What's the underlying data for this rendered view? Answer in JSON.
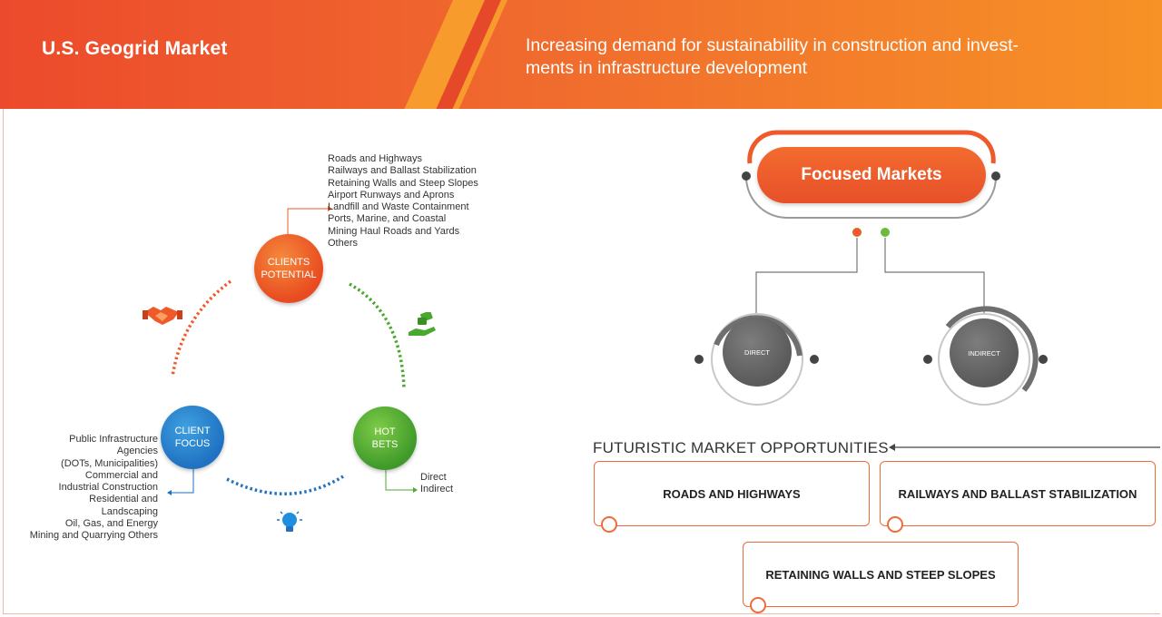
{
  "header": {
    "title": "U.S. Geogrid Market",
    "tagline_line1": "Increasing demand for sustainability in construction and invest-",
    "tagline_line2": "ments in infrastructure development"
  },
  "cycle": {
    "clients_potential": {
      "label_line1": "CLIENTS",
      "label_line2": "POTENTIAL",
      "items": [
        "Roads and Highways",
        "Railways and Ballast Stabilization",
        "Retaining Walls and Steep Slopes",
        "Airport Runways and Aprons",
        "Landfill and Waste Containment",
        "Ports, Marine, and Coastal",
        "Mining Haul Roads and Yards",
        "Others"
      ]
    },
    "client_focus": {
      "label_line1": "CLIENT",
      "label_line2": "FOCUS",
      "items": [
        "Public Infrastructure",
        "Agencies",
        "(DOTs, Municipalities)",
        "Commercial and",
        "Industrial Construction",
        "Residential and",
        "Landscaping",
        "Oil, Gas, and Energy",
        "Mining and Quarrying Others"
      ]
    },
    "hot_bets": {
      "label_line1": "HOT",
      "label_line2": "BETS",
      "items": [
        "Direct",
        "Indirect"
      ]
    },
    "icons": {
      "top_left": "handshake-icon",
      "top_right": "hand-money-icon",
      "bottom": "lightbulb-icon"
    }
  },
  "focused_markets": {
    "title": "Focused Markets",
    "direct": "DIRECT",
    "indirect": "INDIRECT"
  },
  "opportunities": {
    "title": "FUTURISTIC MARKET OPPORTUNITIES",
    "cards": [
      "ROADS AND HIGHWAYS",
      "RAILWAYS AND BALLAST STABILIZATION",
      "RETAINING WALLS AND STEEP SLOPES"
    ]
  },
  "colors": {
    "orange": "#ec5a2a",
    "blue": "#1f72c2",
    "green": "#4aa82f",
    "gray": "#666666"
  }
}
